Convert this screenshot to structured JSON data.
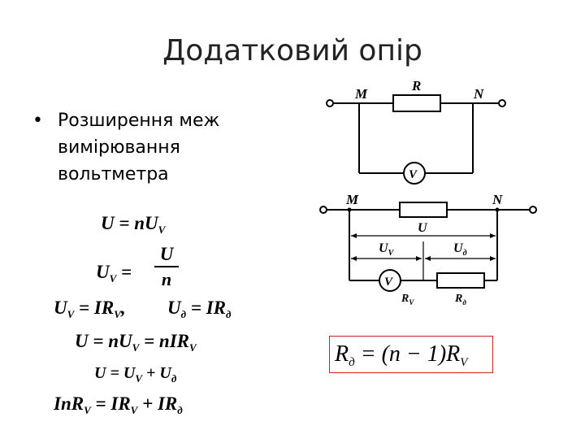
{
  "title": "Додатковий опір",
  "bullet": {
    "dot": "•",
    "lines": [
      "Розширення меж",
      "вимірювання",
      "вольтметра"
    ]
  },
  "formulas": {
    "f1": {
      "lhs": "U",
      "eq": " = ",
      "coef": "nU",
      "sub": "V"
    },
    "f2": {
      "lhs": "U",
      "sub": "V",
      "eq": " =",
      "num": "U",
      "den": "n"
    },
    "f3a": {
      "lhs": "U",
      "sub1": "V",
      "eq": " = ",
      "rhs": "IR",
      "sub2": "V",
      "sep": ","
    },
    "f3b": {
      "lhs": "U",
      "sub1": "д",
      "eq": " = ",
      "rhs": "IR",
      "sub2": "д"
    },
    "f4": {
      "lhs": "U",
      "eq": " = ",
      "mid": "nU",
      "sub1": "V",
      "eq2": " = ",
      "rhs": "nIR",
      "sub2": "V"
    },
    "f5": {
      "lhs": "U",
      "eq": " = ",
      "a": "U",
      "sub1": "V",
      "plus": " + ",
      "b": "U",
      "sub2": "д"
    },
    "f6": {
      "lhs": "InR",
      "sub1": "V",
      "eq": " = ",
      "a": "IR",
      "sub2": "V",
      "plus": " + ",
      "b": "IR",
      "sub3": "д"
    }
  },
  "circuit1": {
    "node_left": "M",
    "resistor": "R",
    "node_right": "N",
    "meter": "V"
  },
  "circuit2": {
    "node_left": "M",
    "node_right": "N",
    "total_voltage": "U",
    "meter_voltage": "U",
    "meter_voltage_sub": "V",
    "extra_voltage": "U",
    "extra_voltage_sub": "д",
    "meter": "V",
    "meter_resistance": "R",
    "meter_resistance_sub": "V",
    "extra_resistance": "R",
    "extra_resistance_sub": "д"
  },
  "result": {
    "lhs": "R",
    "lhs_sub": "д",
    "rhs": " = (n − 1)R",
    "rhs_sub": "V"
  },
  "colors": {
    "result_border": "#cc2222"
  }
}
